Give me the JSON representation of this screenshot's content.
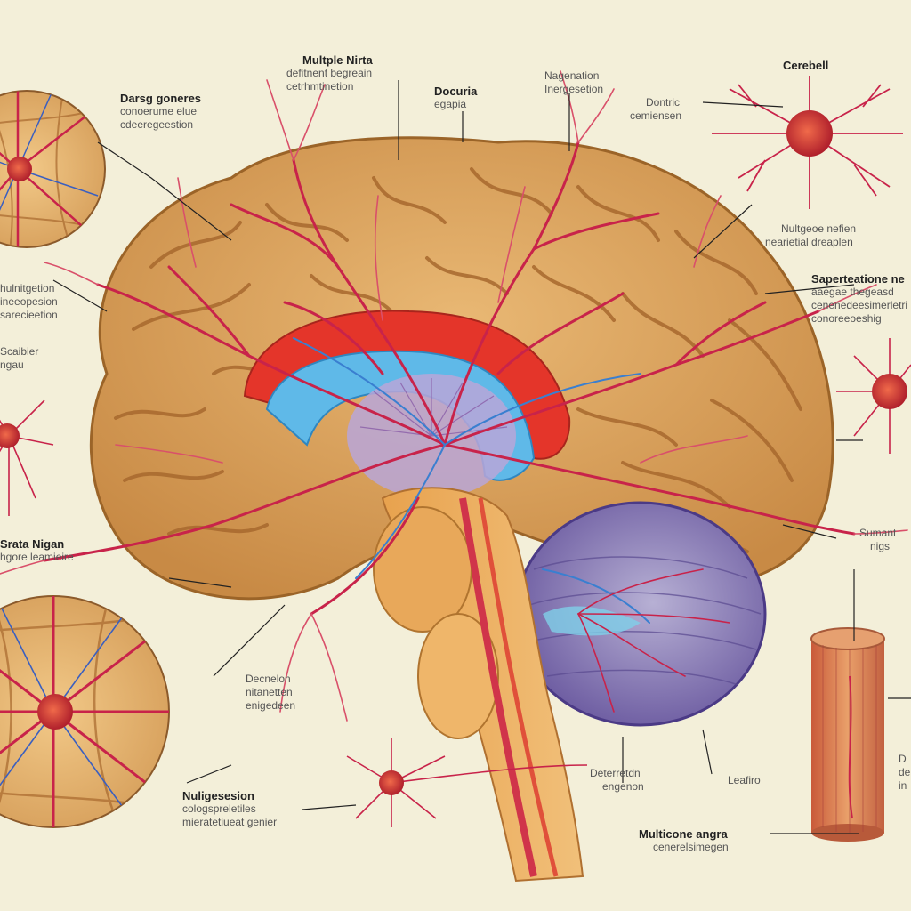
{
  "palette": {
    "background": "#f3efd9",
    "cortex": "#d9a35c",
    "cortex_fold": "#b57935",
    "vessel_red": "#c8234a",
    "vessel_blue": "#3a7fd0",
    "corpus_red": "#e23a2a",
    "corpus_blue": "#58b6e6",
    "cerebellum": "#8f7fb8",
    "neuron": "#c9303a",
    "brainstem": "#e9a552"
  },
  "labels": {
    "multiple_nerve": {
      "title": "Multple Nirta",
      "sub1": "defitnent begreain",
      "sub2": "cetrhmtinetion"
    },
    "dopamine": {
      "title": "Docuria",
      "sub1": "egapia"
    },
    "neogeneration": {
      "title": "Nagenation",
      "sub1": "Inergesetion"
    },
    "cerebellum": {
      "title": "Cerebell"
    },
    "dendritic": {
      "title": "Dontric",
      "sub1": "cemiensen"
    },
    "drug_generes": {
      "title": "Darsg goneres",
      "sub1": "conoerume elue",
      "sub2": "cdeeregeestion"
    },
    "multiple_neuron": {
      "title": "Nultgeoe nefien",
      "sub1": "nearietial dreaplen"
    },
    "superstitions": {
      "title": "Saperteatione ne",
      "sub1": "aaegae thegeasd",
      "sub2": "cenenedeesimerletri",
      "sub3": "conoreeoeshig"
    },
    "left_mid": {
      "sub1": "hulnitgetion",
      "sub2": "ineeopesion",
      "sub3": "sarecieetion"
    },
    "left_small": {
      "sub1": "Scaibier",
      "sub2": "ngau"
    },
    "substantia_nigra": {
      "title": "Srata Nigan",
      "sub1": "hgore leamieire"
    },
    "substantia_right": {
      "sub1": "Sumant",
      "sub2": "nigs"
    },
    "depression": {
      "sub1": "Decnelon",
      "sub2": "nitanetten",
      "sub3": "enigedeen"
    },
    "multigesession": {
      "title": "Nuligesesion",
      "sub1": "cologspreletiles",
      "sub2": "mieratetiueat genier"
    },
    "deterrent": {
      "sub1": "Deterretdn",
      "sub2": "engenon"
    },
    "lodine": {
      "sub1": "Leafiro"
    },
    "multicone": {
      "title": "Multicone angra",
      "sub1": "cenerelsimegen"
    },
    "right_cut": {
      "sub1": "D",
      "sub2": "de",
      "sub3": "in"
    }
  },
  "icons": [
    "neuron-icon",
    "tissue-cylinder-icon",
    "magnified-cortex-icon"
  ]
}
